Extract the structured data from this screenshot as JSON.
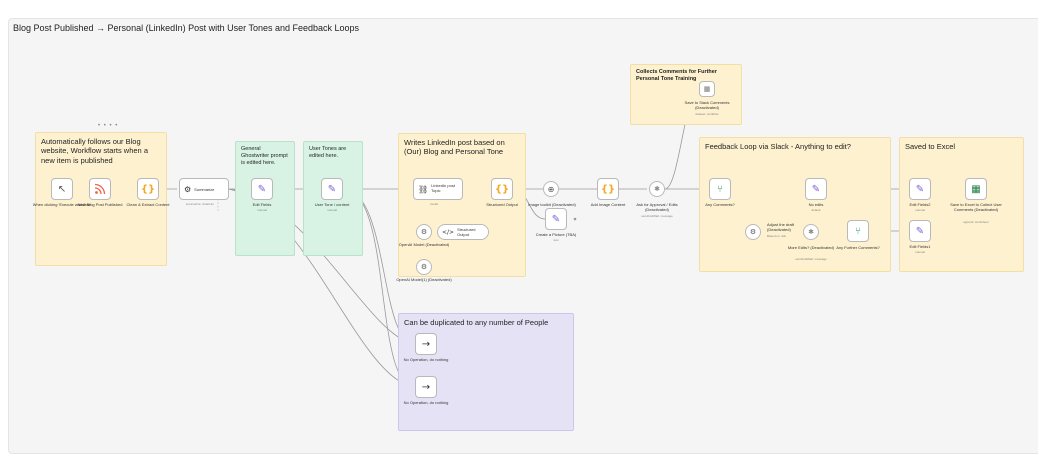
{
  "title": "Blog Post Published → Personal (LinkedIn) Post with User Tones and Feedback Loops",
  "stickies": {
    "auto_follow": "Automatically follows our Blog website, Workflow starts when a new item is published",
    "ghostwriter": "General Ghostwriter prompt is edited here.",
    "user_tones": "User Tones are edited here.",
    "writes_linkedin": "Writes LinkedIn post based on (Our) Blog and Personal Tone",
    "collects_comments": "Collects Comments for Further Personal Tone Training",
    "feedback_loop": "Feedback Loop via Slack - Anything to edit?",
    "saved_excel": "Saved to Excel",
    "duplicated": "Can be duplicated to any number of People"
  },
  "nodes": {
    "trigger": {
      "label": "When clicking 'Execute workflow'"
    },
    "rss": {
      "label": "New Blog Post Published"
    },
    "clean": {
      "label": "Clean & Extract Content"
    },
    "summarize": {
      "label": "Summarize",
      "sub": "summarize: chainLlm"
    },
    "edit_fields": {
      "label": "Edit Fields",
      "sub": "manual"
    },
    "user_tone": {
      "label": "User Tone / content",
      "sub": "manual"
    },
    "linkedin_agent": {
      "label": "LinkedIn post Topic",
      "sub": "model"
    },
    "openai_model": {
      "label": "OpenAI Model (Deactivated)"
    },
    "structured_output": {
      "label": "Structured Output"
    },
    "openai_model2": {
      "label": "OpenAI Model(1) (Deactivated)"
    },
    "structured_output2": {
      "label": "Structured Output"
    },
    "image_toolkit": {
      "label": "Image toolkit (Deactivated)"
    },
    "add_image_content": {
      "label": "Add Image Content"
    },
    "create_picture": {
      "label": "Create a Picture (TBA)",
      "sub": "test"
    },
    "ask_approval": {
      "label": "Ask for Approval / Edits (Deactivated)",
      "sub": "sendAndWait: message"
    },
    "slack_comments": {
      "label": "Save to Slack Comments (Deactivated)",
      "sub": "dataset: workflow"
    },
    "any_comments": {
      "label": "Any Comments?"
    },
    "no_edits": {
      "label": "No edits",
      "sub": "default"
    },
    "adjust_draft": {
      "label": "Adjust the draft (Deactivated)",
      "sub": "Based on: ask"
    },
    "more_edits": {
      "label": "More Edits? (Deactivated)",
      "sub": "sendAndWait: message"
    },
    "further_comments": {
      "label": "Any Further Comments?"
    },
    "edit_fields2": {
      "label": "Edit Fields2",
      "sub": "manual"
    },
    "edit_fields3": {
      "label": "Edit Fields1",
      "sub": "manual"
    },
    "save_excel": {
      "label": "Save to Excel to Collect User Comments (Deactivated)",
      "sub": "append: worksheet"
    },
    "noop1": {
      "label": "No Operation, do nothing"
    },
    "noop2": {
      "label": "No Operation, do nothing"
    }
  },
  "icons": {
    "trigger": "cursor-icon",
    "rss": "rss-icon",
    "code": "braces-icon",
    "openai": "openai-icon",
    "edit": "pencil-icon",
    "agent": "link-icon",
    "globe": "globe-icon",
    "branch": "branch-icon",
    "slack": "slack-icon",
    "excel": "excel-icon",
    "noop": "arrow-right-icon"
  },
  "colors": {
    "yellow": "#fdf1cf",
    "green": "#d8f3e4",
    "purple": "#e5e2f6",
    "edge": "#9a9a9a",
    "rss": "#f0634c",
    "code": "#f3a722",
    "edit": "#7b62d8",
    "branch": "#2f9b6e",
    "excel": "#1d7a45"
  }
}
